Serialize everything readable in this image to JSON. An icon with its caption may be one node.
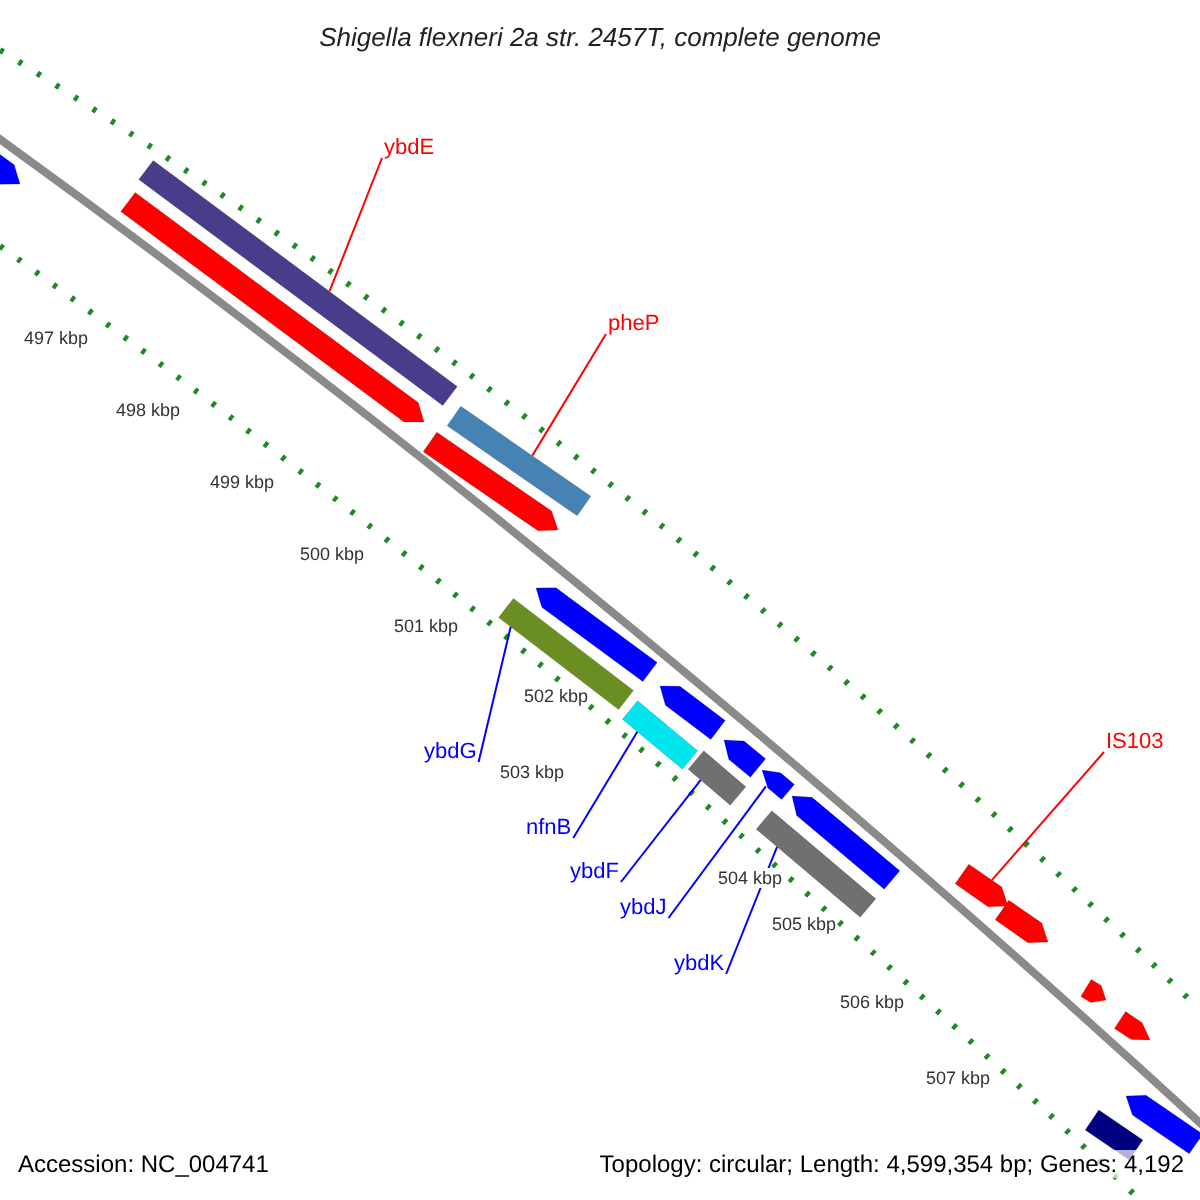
{
  "diagram": {
    "title": "Shigella flexneri 2a str. 2457T, complete genome",
    "nodes": [
      {
        "text": [
          "ybdE"
        ]
      },
      {
        "text": [
          "pheP"
        ]
      },
      {
        "text": [
          "IS103"
        ]
      },
      {
        "text": [
          "ybdG"
        ]
      },
      {
        "text": [
          "nfnB"
        ]
      },
      {
        "text": [
          "ybdF"
        ]
      },
      {
        "text": [
          "ybdJ"
        ]
      },
      {
        "text": [
          "ybdK"
        ]
      },
      {
        "text": [],
        "shape": "bar"
      },
      {
        "text": [],
        "shape": "bar"
      },
      {
        "text": [],
        "shape": "bar"
      },
      {
        "text": [],
        "shape": "bar"
      },
      {
        "text": [],
        "shape": "bar"
      },
      {
        "text": [],
        "shape": "bar"
      },
      {
        "text": [],
        "shape": "bar"
      },
      {
        "text": [],
        "shape": "bar"
      },
      {
        "text": [],
        "shape": "bar"
      },
      {
        "text": [],
        "shape": "bar"
      },
      {
        "text": [],
        "shape": "bar"
      },
      {
        "text": [],
        "shape": "bar"
      },
      {
        "text": [],
        "shape": "bar"
      },
      {
        "text": [],
        "shape": "bar"
      },
      {
        "text": [],
        "shape": "bar"
      },
      {
        "text": [],
        "shape": "bar"
      },
      {
        "text": [],
        "shape": "bar"
      },
      {
        "text": [],
        "shape": "bar"
      },
      {
        "text": [],
        "shape": "bar"
      },
      {
        "text": [],
        "shape": "bar"
      }
    ],
    "edges": [
      {
        "from": 0,
        "to": 9,
        "arrow": "none",
        "color": "#ff0000"
      },
      {
        "from": 1,
        "to": 11,
        "arrow": "none",
        "color": "#ff0000"
      },
      {
        "from": 2,
        "to": 22,
        "arrow": "none",
        "color": "#ff0000"
      },
      {
        "from": 3,
        "to": 14,
        "arrow": "none"
      },
      {
        "from": 4,
        "to": 16,
        "arrow": "none"
      },
      {
        "from": 5,
        "to": 18,
        "arrow": "none"
      },
      {
        "from": 6,
        "to": 19,
        "arrow": "none"
      },
      {
        "from": 7,
        "to": 21,
        "arrow": "none"
      }
    ],
    "labels": [
      "497 kbp",
      "498 kbp",
      "499 kbp",
      "500 kbp",
      "501 kbp",
      "502 kbp",
      "503 kbp",
      "504 kbp",
      "505 kbp",
      "506 kbp",
      "507 kbp",
      "Accession: NC_004741",
      "Topology: circular; Length: 4,599,354 bp; Genes: 4,192"
    ]
  }
}
